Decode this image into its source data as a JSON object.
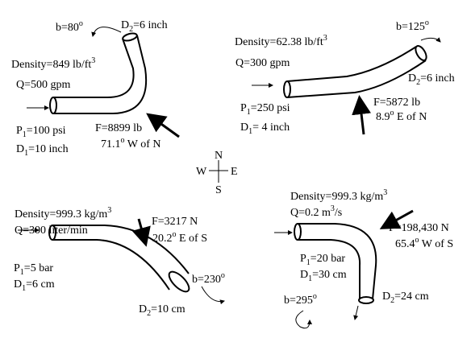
{
  "compass": {
    "n": "N",
    "s": "S",
    "e": "E",
    "w": "W"
  },
  "problems": [
    {
      "density": "Density=849 lb/ft",
      "density_exp": "3",
      "flow": "Q=500 gpm",
      "p1": "P",
      "p1_sub": "1",
      "p1_val": "=100 psi",
      "d1": "D",
      "d1_sub": "1",
      "d1_val": "=10 inch",
      "d2": "D",
      "d2_sub": "2",
      "d2_val": "=6 inch",
      "b": "b=80",
      "b_deg": "o",
      "force": "F=8899 lb",
      "force_dir": "71.1",
      "force_dir_deg": "o",
      "force_dir_tail": " W of N"
    },
    {
      "density": "Density=62.38 lb/ft",
      "density_exp": "3",
      "flow": "Q=300 gpm",
      "p1": "P",
      "p1_sub": "1",
      "p1_val": "=250 psi",
      "d1": "D",
      "d1_sub": "1",
      "d1_val": "= 4 inch",
      "d2": "D",
      "d2_sub": "2",
      "d2_val": "=6 inch",
      "b": "b=125",
      "b_deg": "o",
      "force": "F=5872 lb",
      "force_dir": "8.9",
      "force_dir_deg": "o",
      "force_dir_tail": " E of N"
    },
    {
      "density": "Density=999.3 kg/m",
      "density_exp": "3",
      "flow": "Q=300 liter/min",
      "p1": "P",
      "p1_sub": "1",
      "p1_val": "=5 bar",
      "d1": "D",
      "d1_sub": "1",
      "d1_val": "=6 cm",
      "d2": "D",
      "d2_sub": "2",
      "d2_val": "=10 cm",
      "b": "b=230",
      "b_deg": "o",
      "force": "F=3217 N",
      "force_dir": "20.2",
      "force_dir_deg": "o",
      "force_dir_tail": " E of S"
    },
    {
      "density": "Density=999.3 kg/m",
      "density_exp": "3",
      "flow": "Q=0.2 m",
      "flow_exp": "3",
      "flow_tail": "/s",
      "p1": "P",
      "p1_sub": "1",
      "p1_val": "=20 bar",
      "d1": "D",
      "d1_sub": "1",
      "d1_val": "=30 cm",
      "d2": "D",
      "d2_sub": "2",
      "d2_val": "=24 cm",
      "b": "b=295",
      "b_deg": "o",
      "force": "F=198,430 N",
      "force_dir": "65.4",
      "force_dir_deg": "o",
      "force_dir_tail": " W of S"
    }
  ]
}
